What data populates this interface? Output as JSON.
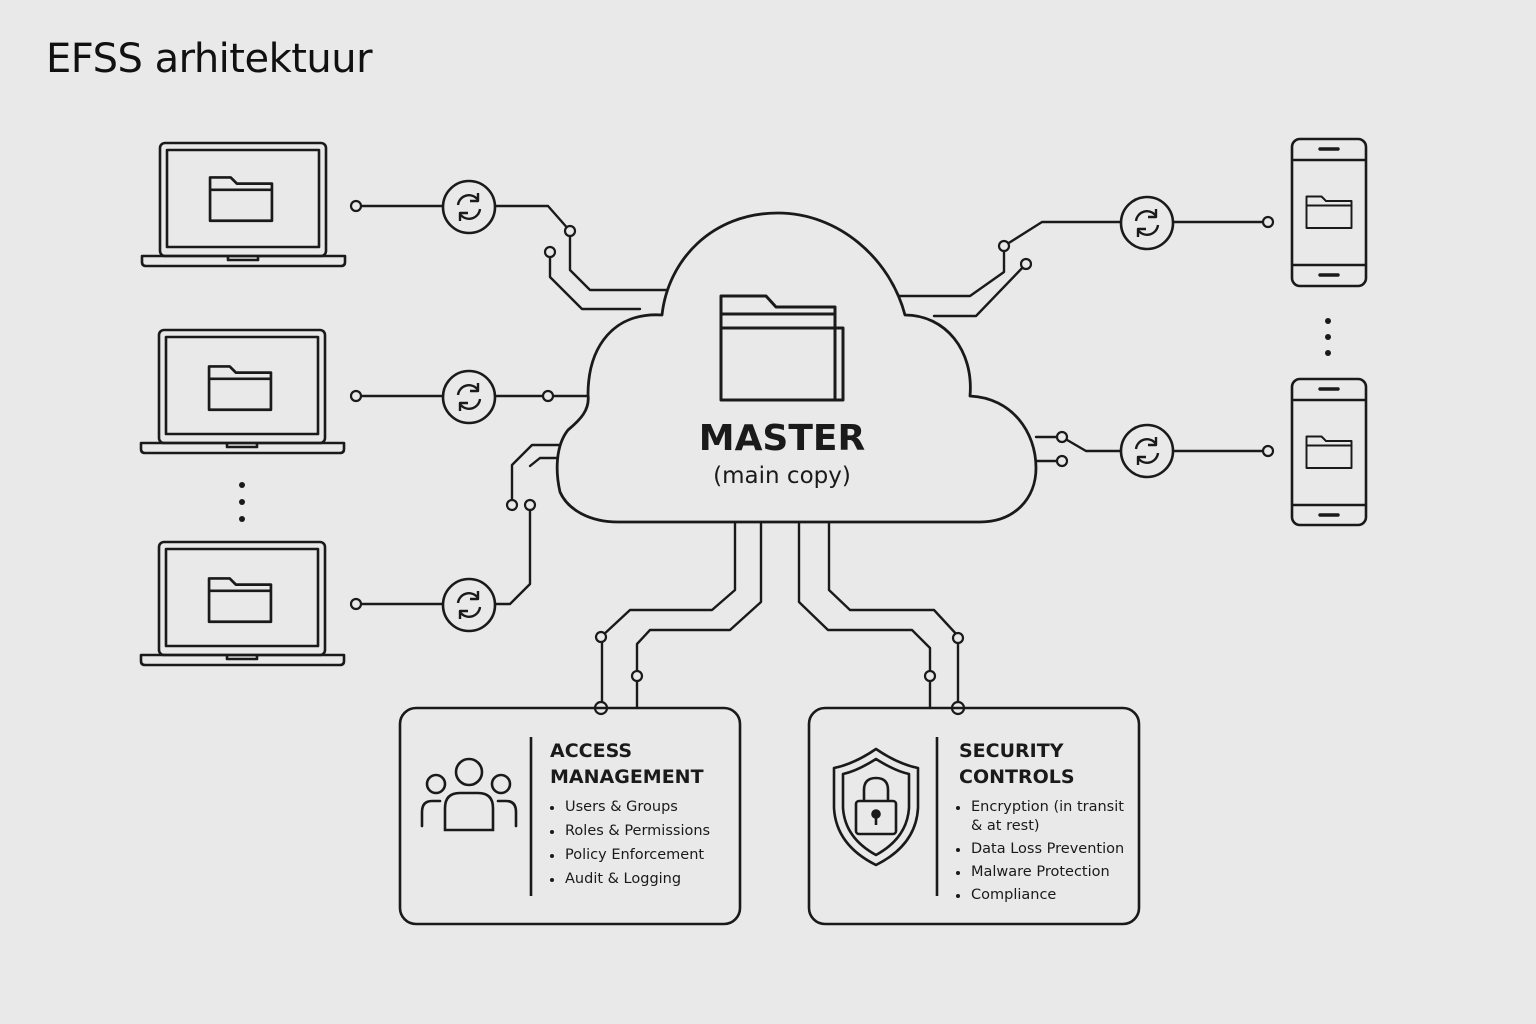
{
  "title": "EFSS arhitektuur",
  "master": {
    "label": "MASTER",
    "sublabel": "(main copy)"
  },
  "panels": {
    "access": {
      "title": "ACCESS MANAGEMENT",
      "items": [
        "Users & Groups",
        "Roles & Permissions",
        "Policy Enforcement",
        "Audit & Logging"
      ]
    },
    "security": {
      "title": "SECURITY CONTROLS",
      "items": [
        "Encryption (in transit & at rest)",
        "Data Loss Prevention",
        "Malware Protection",
        "Compliance"
      ]
    }
  },
  "colors": {
    "background": "#e9e9e9",
    "stroke": "#1a1a1a"
  },
  "icons": {
    "device_left": "laptop-icon",
    "device_right": "smartphone-icon",
    "sync": "sync-icon",
    "folder": "folder-icon",
    "access": "users-icon",
    "security": "shield-lock-icon"
  }
}
